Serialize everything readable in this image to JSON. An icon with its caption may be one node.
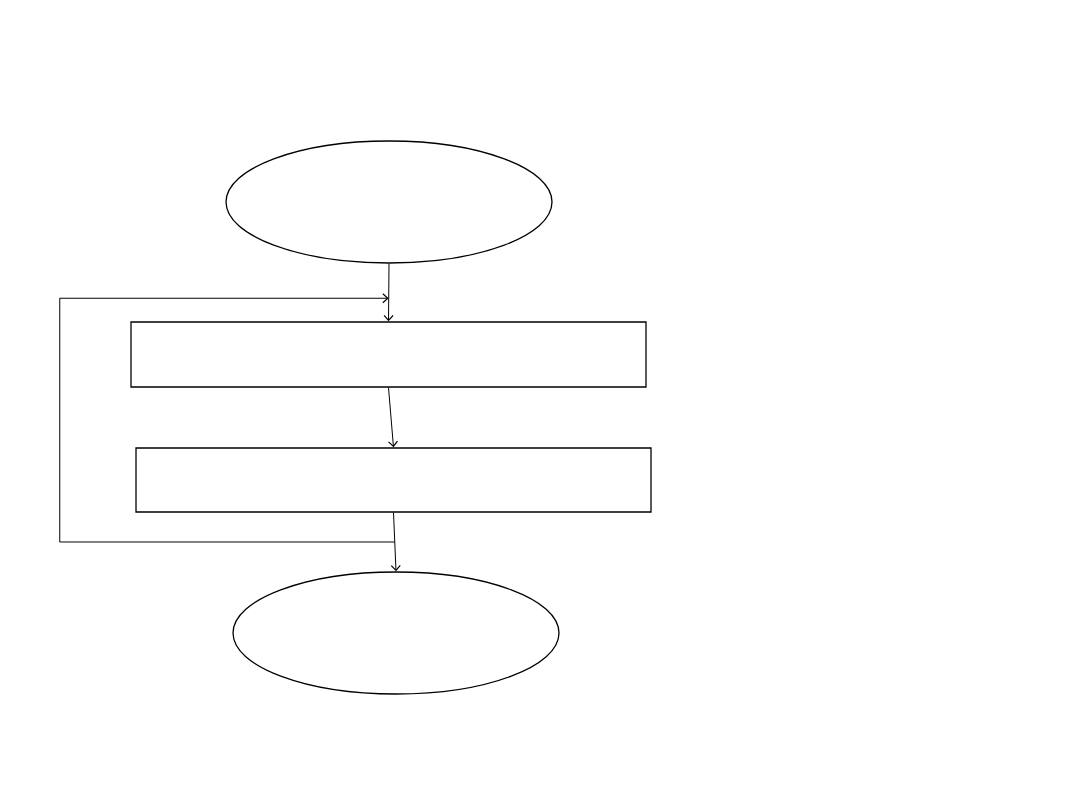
{
  "diagram": {
    "nodes": [
      {
        "text": [],
        "shape": "ellipse"
      },
      {
        "text": [],
        "shape": "box"
      },
      {
        "text": [],
        "shape": "box"
      },
      {
        "text": [],
        "shape": "ellipse"
      }
    ],
    "edges": [
      {
        "from": 0,
        "to": 1,
        "arrow": "to"
      },
      {
        "from": 1,
        "to": 2,
        "arrow": "to"
      },
      {
        "from": 2,
        "to": 3,
        "arrow": "to"
      },
      {
        "from": 2,
        "to": 1,
        "arrow": "to"
      }
    ]
  }
}
